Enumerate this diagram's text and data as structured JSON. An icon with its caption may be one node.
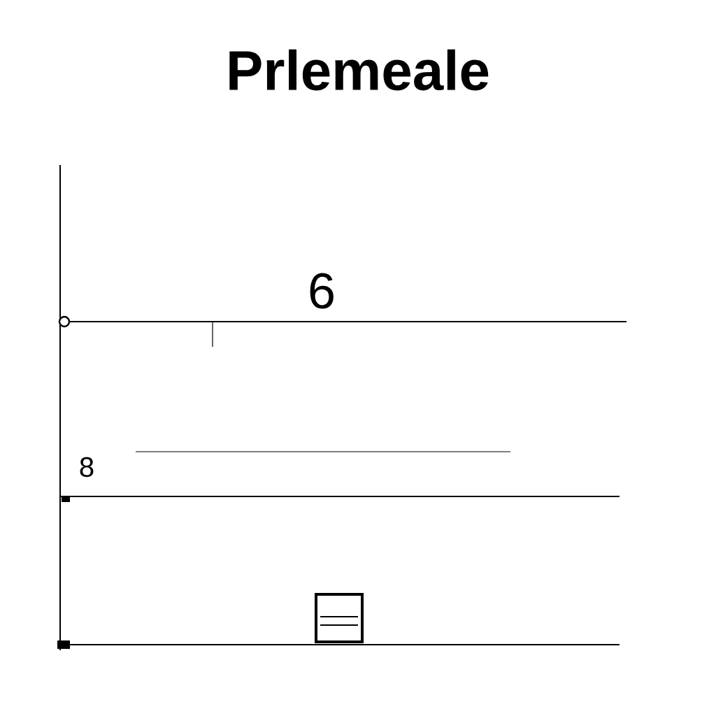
{
  "diagram": {
    "title": "Prlemeale",
    "labels": [
      "6",
      "8"
    ]
  }
}
